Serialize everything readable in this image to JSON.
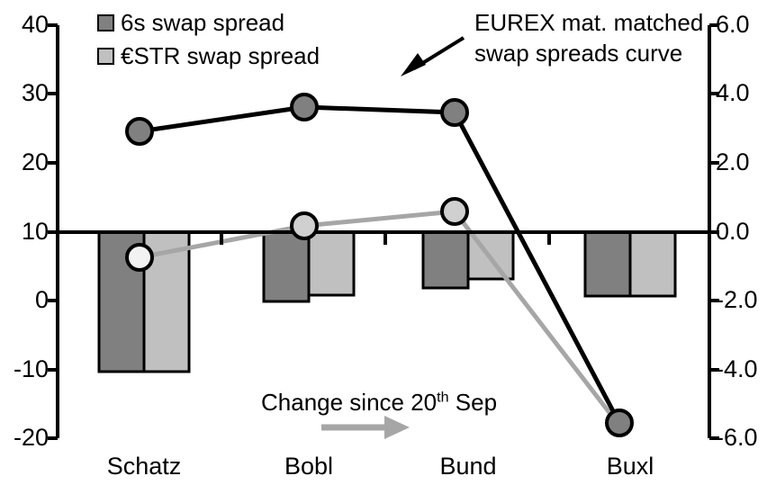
{
  "chart_data": {
    "type": "bar",
    "title": "",
    "xlabel": "",
    "categories": [
      "Schatz",
      "Bobl",
      "Bund",
      "Buxl"
    ],
    "grid": false,
    "legend_position": "top-left",
    "left_axis": {
      "label": "",
      "ticks": [
        "40",
        "30",
        "20",
        "10",
        "0",
        "-10",
        "-20"
      ],
      "tick_values": [
        40,
        30,
        20,
        10,
        0,
        -10,
        -20
      ],
      "ylim": [
        -20,
        40
      ]
    },
    "right_axis": {
      "label": "",
      "ticks": [
        "6.0",
        "4.0",
        "2.0",
        "0.0",
        "-2.0",
        "-4.0",
        "-6.0"
      ],
      "tick_values": [
        6.0,
        4.0,
        2.0,
        0.0,
        -2.0,
        -4.0,
        -6.0
      ],
      "ylim": [
        -6.0,
        6.0
      ]
    },
    "series": [
      {
        "name": "6s swap spread",
        "type": "bar",
        "axis": "right",
        "color": "#808080",
        "values": [
          -4.0,
          -2.0,
          -1.6,
          -1.85
        ]
      },
      {
        "name": "€STR swap spread",
        "type": "bar",
        "axis": "right",
        "color": "#c0c0c0",
        "values": [
          -4.0,
          -1.8,
          -1.35,
          -1.85
        ]
      },
      {
        "name": "EUREX mat. matched swap spreads curve",
        "type": "line",
        "axis": "left",
        "color": "#000000",
        "marker_fill": "#808080",
        "values": [
          24.5,
          28.0,
          27.3,
          -18.0
        ]
      },
      {
        "name": "Change since 20th Sep",
        "type": "line",
        "axis": "left",
        "color": "#a6a6a6",
        "marker_fill": "#d9d9d9",
        "values": [
          6.0,
          10.6,
          12.7,
          -18.3
        ]
      }
    ]
  },
  "legend": {
    "items": [
      {
        "label": "6s swap spread",
        "color": "#808080"
      },
      {
        "label": "€STR swap spread",
        "color": "#c0c0c0"
      }
    ]
  },
  "annotations": {
    "curve_callout": {
      "line1": "EUREX mat. matched",
      "line2": "swap spreads curve"
    },
    "change_note": {
      "prefix": "Change since 20",
      "superscript": "th",
      "suffix": " Sep"
    }
  },
  "colors": {
    "bar_dark": "#808080",
    "bar_light": "#c0c0c0",
    "line_black": "#000000",
    "line_gray": "#a6a6a6",
    "axis": "#000000"
  }
}
